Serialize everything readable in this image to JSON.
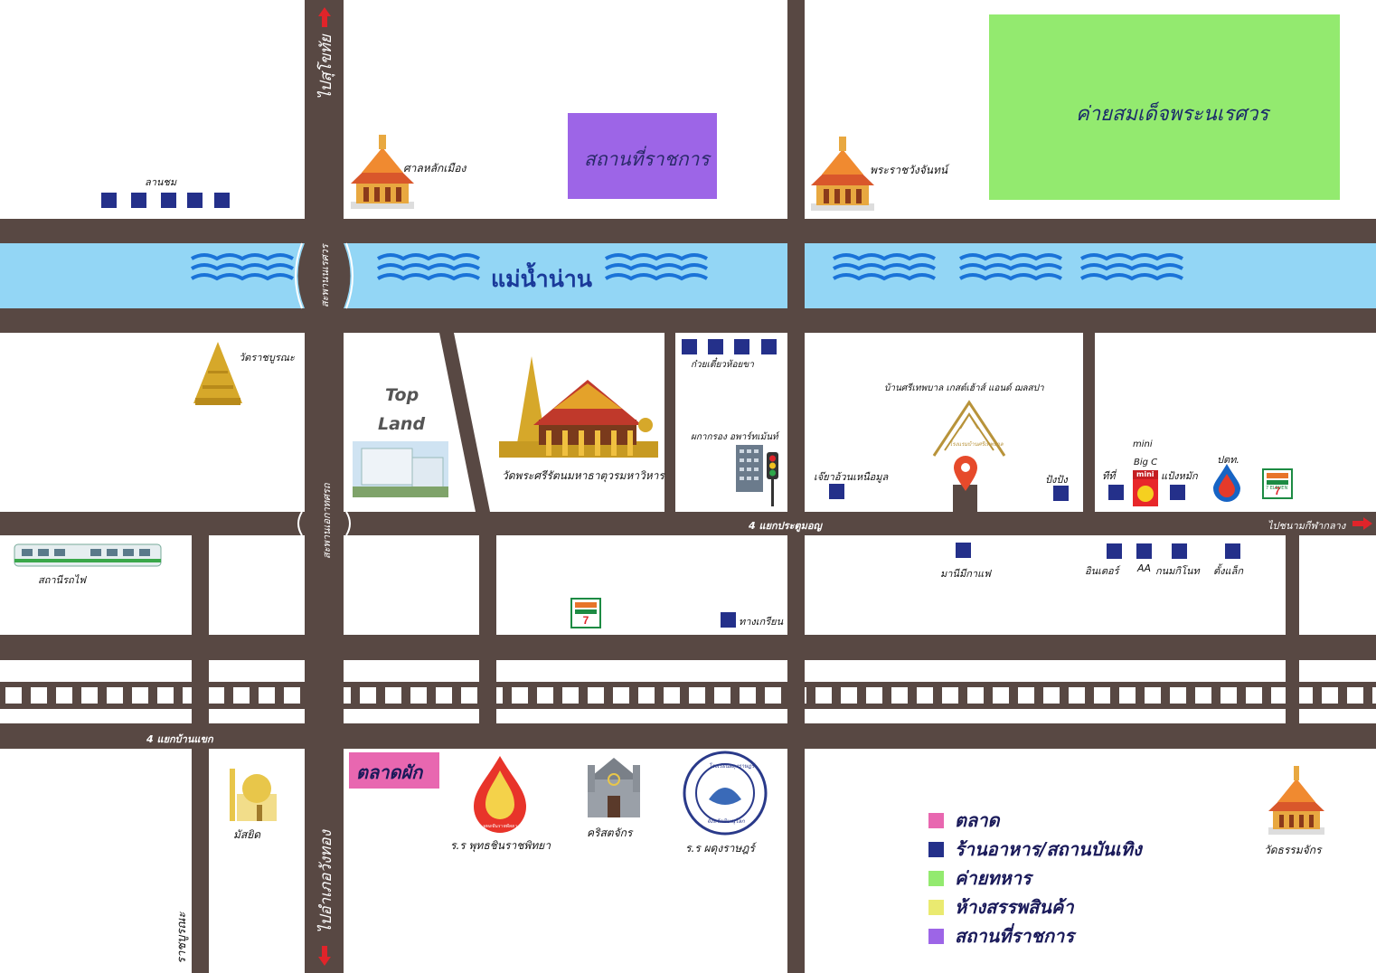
{
  "places": {
    "to_sukhothai": "ไปสุโขทัย",
    "to_wangthong": "ไปอำเภอวังทอง",
    "to_wat_hakgok": "ไปชนามกีฬากลาง",
    "lanchom": "ลานชม",
    "san_lak_mueang": "ศาลหลักเมือง",
    "government": "สถานที่ราชการ",
    "palace": "พระราชวังจันทน์",
    "army_camp": "ค่ายสมเด็จพระนเรศวร",
    "river": "แม่น้ำน่าน",
    "naresuan_bridge": "สะพานนเรศวร",
    "ekathotsarot_bridge": "สะพานเอกาทศรถ",
    "wat_ratchaburana": "วัดราชบูรณะ",
    "top_land_1": "Top",
    "top_land_2": "Land",
    "wat_mahathat": "วัดพระศรีรัตนมหาธาตุวรมหาวิหาร",
    "noodle_shop": "ก๋วยเตี๋ยวห้อยขา",
    "tower": "ผกากรอง อพาร์ทเม้นท์",
    "hotel": "บ้านศรีเทพบาล เกสต์เฮ้าส์ แอนด์ ฌลสปา",
    "hotel_sign": "โรงแรมบ้านศรีเทพบาล",
    "restaurant_a": "เจ๊ยาอ้วนเหนือมูล",
    "pang_pang": "ปังปัง",
    "mini_bigc_1": "mini",
    "mini_bigc_2": "Big C",
    "mini_bigc_logo": "mini",
    "ptt": "ปตท.",
    "shop_ti": "ทีที่",
    "shop_pang": "แป้งหมัก",
    "intersection_pratu": "4 แยกประตูมอญ",
    "train_station": "สถานีรถไฟ",
    "manee": "มานีมีกาแฟ",
    "inter": "อินเตอร์",
    "aa": "AA",
    "kanom": "กนมกิโนท",
    "tangluk": "ตั้งแล็ก",
    "tong_kriam": "ทางเกรียน",
    "intersection_ban_khaek": "4 แยกบ้านแขก",
    "ratchaburana_rd": "ราชบูรณะ",
    "market": "ตลาดผัก",
    "mosque": "มัสยิด",
    "school_buddha": "ร.ร พุทธชินราชพิทยา",
    "church": "คริสตจักร",
    "school_phadung": "ร.ร ผดุงราษฎร์",
    "school_seal_top": "โรงเรียนผดุงราษฎร์",
    "school_seal_bottom": "จังหวัดพิษณุโลก",
    "school_buddha_seal": "พุทธชินราชพิทยา",
    "wat_thammachak": "วัดธรรมจักร",
    "seven_eleven": "7 ELEVEN"
  },
  "legend": [
    {
      "label": "ตลาด",
      "color": "#e867b0"
    },
    {
      "label": "ร้านอาหาร/สถานบันเทิง",
      "color": "#24308a"
    },
    {
      "label": "ค่ายทหาร",
      "color": "#93ea6f"
    },
    {
      "label": "ห้างสรรพสินค้า",
      "color": "#eaea70"
    },
    {
      "label": "สถานที่ราชการ",
      "color": "#9d65e7"
    }
  ],
  "colors": {
    "road": "#584843",
    "river": "#93d6f5",
    "wave": "#1a73d8",
    "army": "#93ea6f",
    "gov": "#9d65e7",
    "market": "#e867b0",
    "shop": "#24308a",
    "arrow": "#e0242a"
  }
}
